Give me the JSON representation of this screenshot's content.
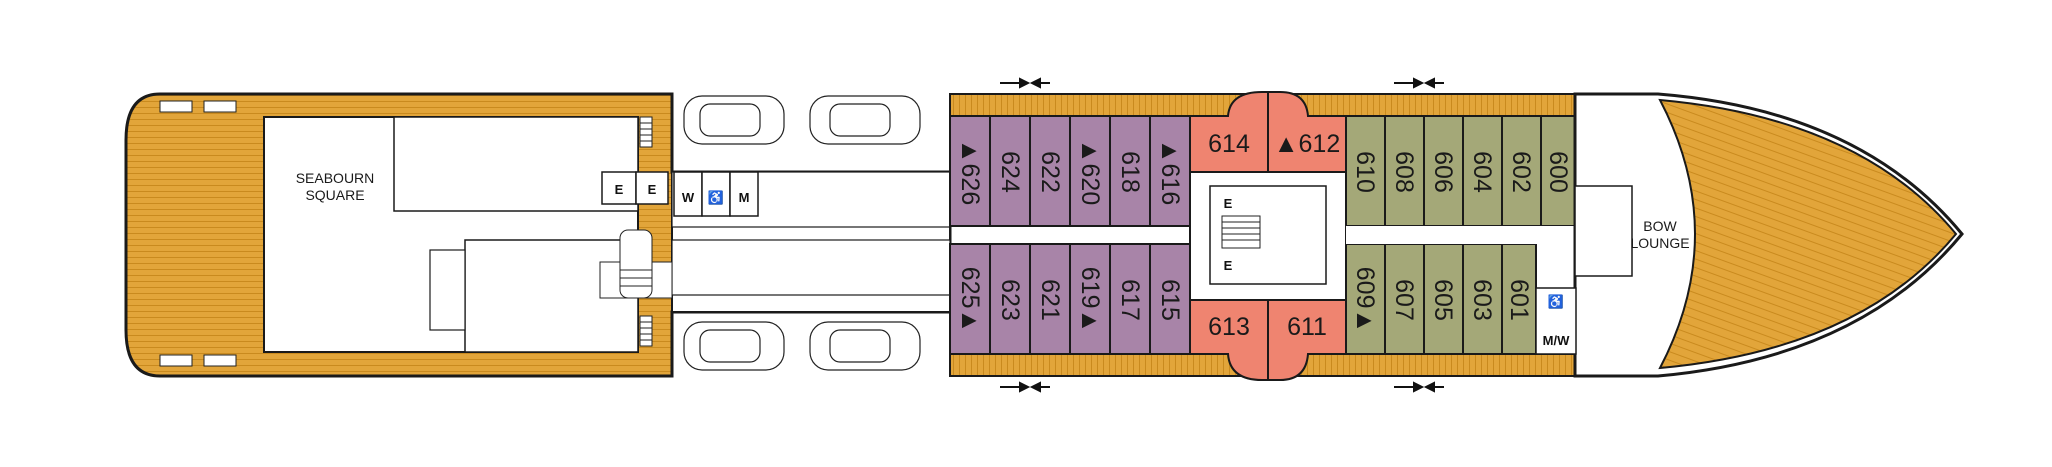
{
  "deck": {
    "areas": {
      "seabourn_square": [
        "SEABOURN",
        "SQUARE"
      ],
      "bow_lounge": [
        "BOW",
        "LOUNGE"
      ]
    },
    "facilities": {
      "elevator": "E",
      "women": "W",
      "men": "M",
      "accessible": "♿",
      "unisex": "M/W"
    },
    "suites": {
      "port_top": {
        "purple": [
          "▲626",
          "624",
          "622",
          "▲620",
          "618",
          "▲616"
        ],
        "salmon": [
          "614",
          "▲612"
        ],
        "green": [
          "610",
          "608",
          "606",
          "604",
          "602",
          "600"
        ]
      },
      "starboard_bottom": {
        "purple": [
          "625▲",
          "623",
          "621",
          "619▲",
          "617",
          "615"
        ],
        "salmon": [
          "613",
          "611"
        ],
        "green": [
          "609▲",
          "607",
          "605",
          "603",
          "601"
        ]
      }
    },
    "colors": {
      "deck_wood": "#e2a53a",
      "wood_line": "#c98a1e",
      "purple_suite": "#a884a8",
      "salmon_suite": "#ef8470",
      "green_suite": "#a4a878",
      "outline": "#1a1a1a"
    }
  }
}
